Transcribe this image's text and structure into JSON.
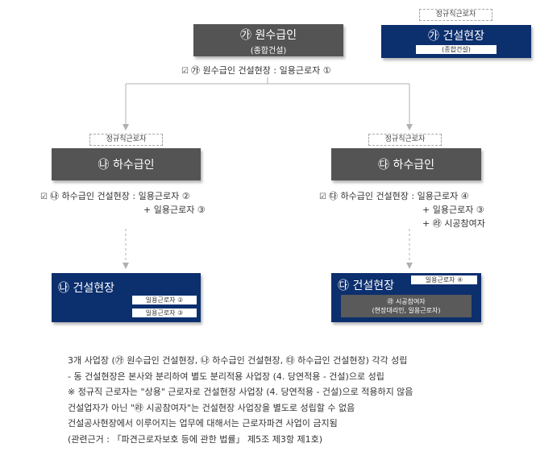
{
  "labels": {
    "regular_worker": "정규직근로자"
  },
  "top": {
    "prime": {
      "title": "㉮ 원수급인",
      "subtitle": "(종합건설)",
      "note": "㉮ 원수급인 건설현장 : 일용근로자 ①"
    },
    "site": {
      "title": "㉮ 건설현장",
      "subtitle": "(종합건설)"
    }
  },
  "left": {
    "sub": {
      "title": "㉯ 하수급인"
    },
    "note_line1": "㉯ 하수급인 건설현장 : 일용근로자 ②",
    "note_line2": "+ 일용근로자 ③",
    "site": {
      "title": "㉯ 건설현장",
      "items": [
        "일용근로자 ②",
        "일용근로자 ③"
      ]
    }
  },
  "right": {
    "sub": {
      "title": "㉰ 하수급인"
    },
    "note_line1": "㉰ 하수급인 건설현장 : 일용근로자 ④",
    "note_line2": "+ 일용근로자 ③",
    "note_line3": "+ ㉱ 시공참여자",
    "site": {
      "title": "㉰ 건설현장",
      "badge": "일용근로자 ④",
      "inner_line1": "㉱ 시공참여자",
      "inner_line2": "(현장대리인, 일용근로자)"
    }
  },
  "footer": [
    "3개 사업장 (㉮ 원수급인 건설현장, ㉯ 하수급인 건설현장, ㉰ 하수급인 건설현장) 각각 성립",
    "- 동 건설현장은 본사와 분리하여 별도 분리적용 사업장 (4. 당연적용 - 건설)으로 성립",
    "※ 정규직 근로자는 \"상용\" 근로자로 건설현장 사업장 (4. 당연적용 - 건설)으로 적용하지 않음",
    "건설업자가 아닌 \"㉱ 시공참여자\"는 건설현장 사업장을 별도로 성립할 수 없음",
    "건설공사현장에서 이루어지는 업무에 대해서는 근로자파견 사업이 금지됨",
    "(관련근거 : 「파견근로자보호 등에 관한 법률」 제5조 제3항 제1호)"
  ],
  "colors": {
    "gray_box": "#545454",
    "navy_box": "#0c2f6e",
    "connector": "#b0b0b0"
  }
}
